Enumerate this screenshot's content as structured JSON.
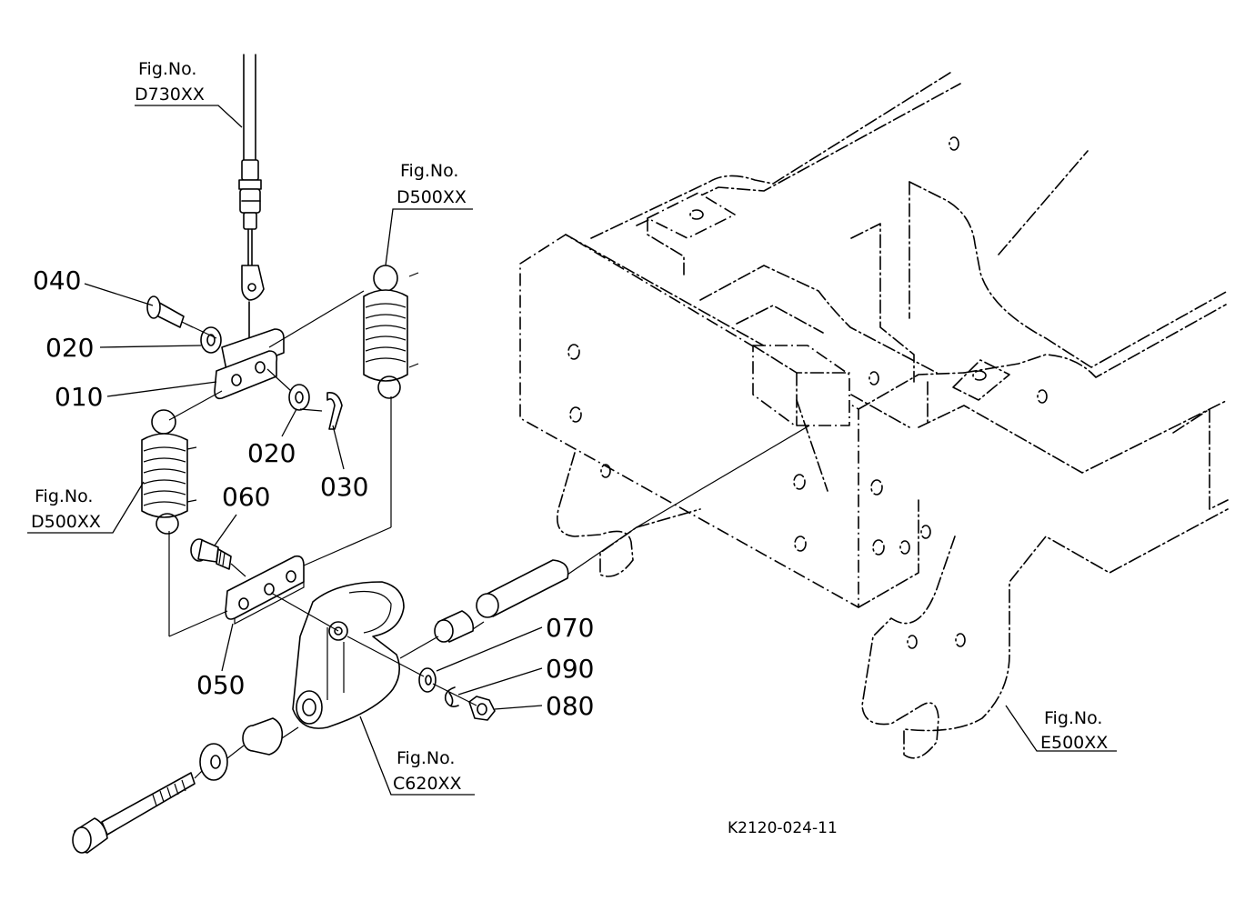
{
  "parts": [
    {
      "id": "p040",
      "number": "040"
    },
    {
      "id": "p020a",
      "number": "020"
    },
    {
      "id": "p010",
      "number": "010"
    },
    {
      "id": "p020b",
      "number": "020"
    },
    {
      "id": "p030",
      "number": "030"
    },
    {
      "id": "p060",
      "number": "060"
    },
    {
      "id": "p050",
      "number": "050"
    },
    {
      "id": "p070",
      "number": "070"
    },
    {
      "id": "p090",
      "number": "090"
    },
    {
      "id": "p080",
      "number": "080"
    }
  ],
  "figure_refs": [
    {
      "id": "d730",
      "line1": "Fig.No.",
      "line2": "D730XX"
    },
    {
      "id": "d500a",
      "line1": "Fig.No.",
      "line2": "D500XX"
    },
    {
      "id": "d500b",
      "line1": "Fig.No.",
      "line2": "D500XX"
    },
    {
      "id": "c620",
      "line1": "Fig.No.",
      "line2": "C620XX"
    },
    {
      "id": "e500",
      "line1": "Fig.No.",
      "line2": "E500XX"
    }
  ],
  "drawing_code": "K2120-024-11"
}
